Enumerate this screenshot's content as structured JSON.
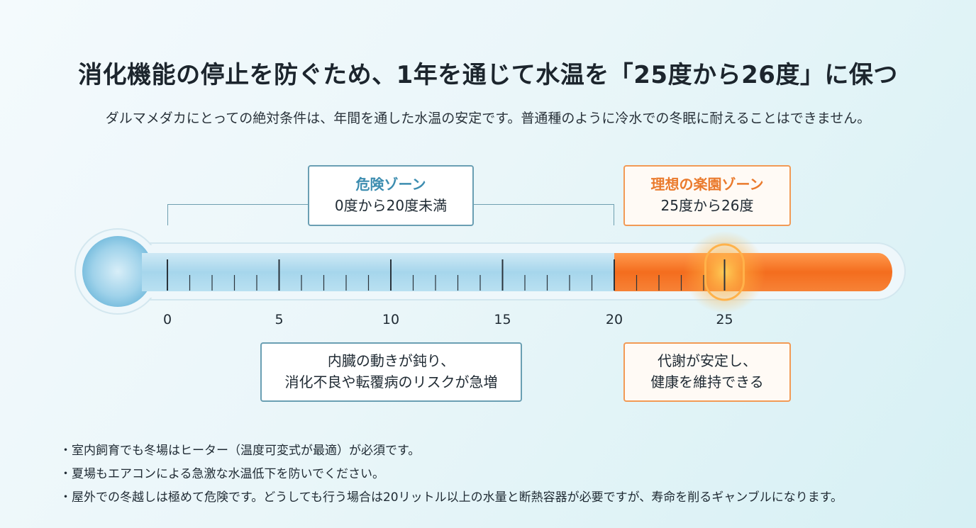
{
  "title": "消化機能の停止を防ぐため、1年を通じて水温を「25度から26度」に保つ",
  "subtitle": "ダルマメダカにとっての絶対条件は、年間を通した水温の安定です。普通種のように冷水での冬眠に耐えることはできません。",
  "danger_zone": {
    "title": "危険ゾーン",
    "range": "0度から20度未満"
  },
  "ideal_zone": {
    "title": "理想の楽園ゾーン",
    "range": "25度から26度"
  },
  "danger_effect": {
    "line1": "内臓の動きが鈍り、",
    "line2": "消化不良や転覆病のリスクが急増"
  },
  "ideal_effect": {
    "line1": "代謝が安定し、",
    "line2": "健康を維持できる"
  },
  "scale": {
    "min": 0,
    "max": 28,
    "cold_end": 20,
    "marker_value": 25,
    "labels": [
      {
        "value": 0,
        "text": "0"
      },
      {
        "value": 5,
        "text": "5"
      },
      {
        "value": 10,
        "text": "10"
      },
      {
        "value": 15,
        "text": "15"
      },
      {
        "value": 20,
        "text": "20"
      },
      {
        "value": 25,
        "text": "25"
      }
    ]
  },
  "colors": {
    "cold": "#9fd4ea",
    "warm": "#f46d1e",
    "accent_cold": "#3d8db0",
    "accent_warm": "#ea7a2c"
  },
  "notes": [
    "室内飼育でも冬場はヒーター（温度可変式が最適）が必須です。",
    "夏場もエアコンによる急激な水温低下を防いでください。",
    "屋外での冬越しは極めて危険です。どうしても行う場合は20リットル以上の水量と断熱容器が必要ですが、寿命を削るギャンブルになります。"
  ]
}
